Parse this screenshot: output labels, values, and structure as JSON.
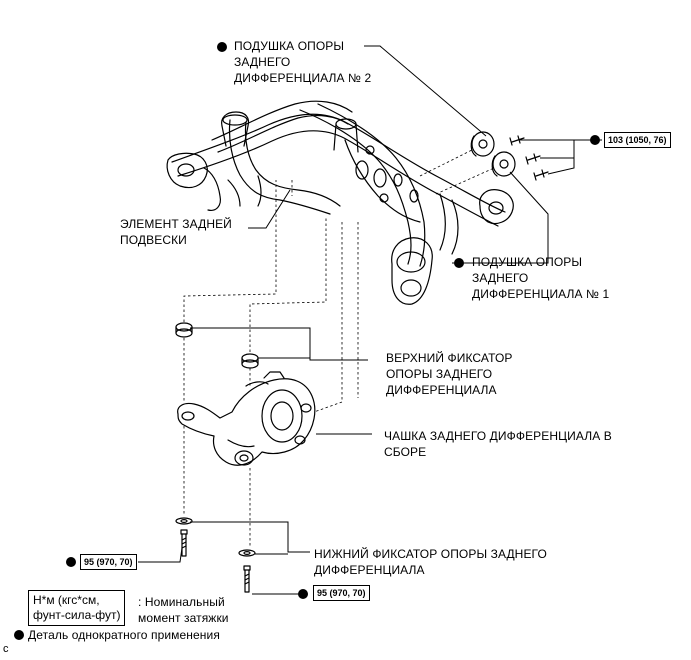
{
  "labels": {
    "cushion2": "ПОДУШКА ОПОРЫ\nЗАДНЕГО\nДИФФЕРЕНЦИАЛА № 2",
    "cushion1": "ПОДУШКА ОПОРЫ\nЗАДНЕГО\nДИФФЕРЕНЦИАЛА № 1",
    "member": "ЭЛЕМЕНТ ЗАДНЕЙ\nПОДВЕСКИ",
    "upper_stopper": "ВЕРХНИЙ ФИКСАТОР\nОПОРЫ ЗАДНЕГО\nДИФФЕРЕНЦИАЛА",
    "carrier": "ЧАШКА ЗАДНЕГО ДИФФЕРЕНЦИАЛА В\nСБОРЕ",
    "lower_stopper": "НИЖНИЙ ФИКСАТОР ОПОРЫ ЗАДНЕГО\nДИФФЕРЕНЦИАЛА"
  },
  "torques": {
    "top": "103 (1050, 76)",
    "left": "95 (970, 70)",
    "right": "95 (970, 70)"
  },
  "legend": {
    "unit_box": "Н*м (кгс*см,\nфунт-сила-фут)",
    "unit_desc": ": Номинальный\nмомент затяжки",
    "single_use": "Деталь однократного применения"
  },
  "corner_mark": "c"
}
